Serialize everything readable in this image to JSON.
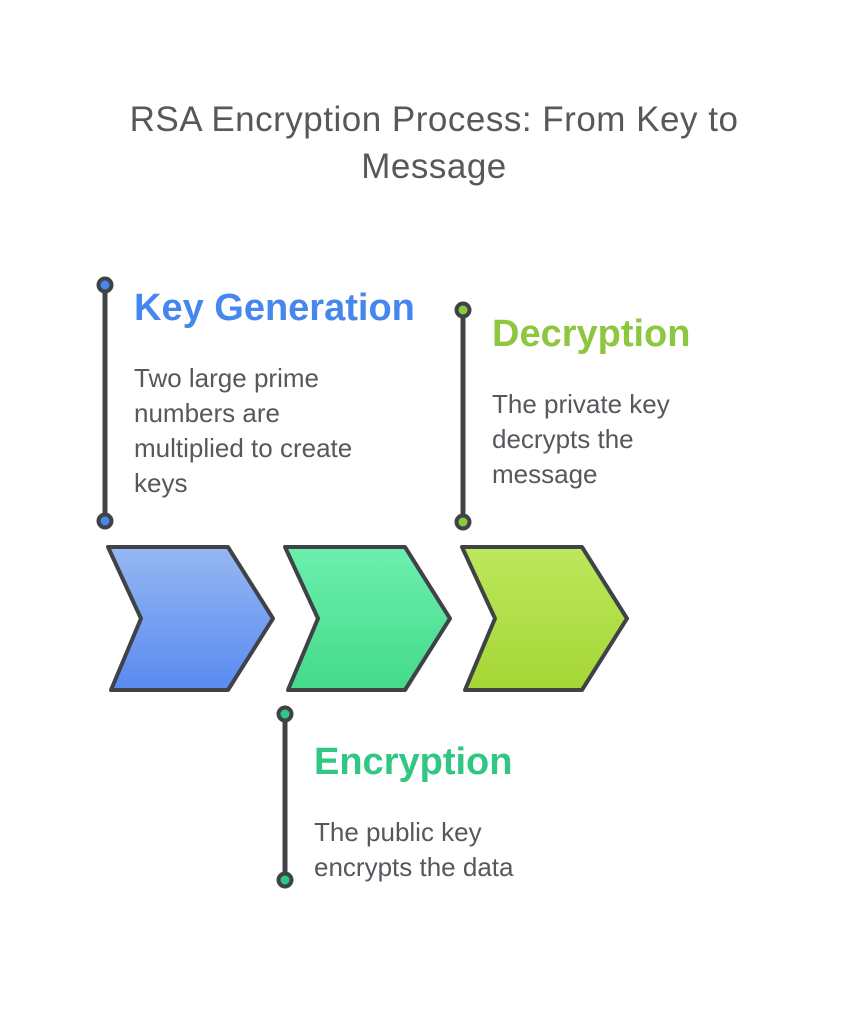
{
  "title": "RSA Encryption Process: From Key to Message",
  "colors": {
    "background": "#ffffff",
    "title_text": "#56595c",
    "body_text": "#55585c",
    "connector": "#3f4347",
    "chevron_stroke": "#3f4347"
  },
  "steps": [
    {
      "id": "key-generation",
      "heading": "Key Generation",
      "heading_color": "#4687ee",
      "body": "Two large prime numbers are multiplied to create keys",
      "dot_color": "#4b85f0",
      "chevron_top": "#96b7f3",
      "chevron_bottom": "#598af0"
    },
    {
      "id": "encryption",
      "heading": "Encryption",
      "heading_color": "#30c783",
      "body": "The public key encrypts the data",
      "dot_color": "#30c783",
      "chevron_top": "#6cefae",
      "chevron_bottom": "#44da8a"
    },
    {
      "id": "decryption",
      "heading": "Decryption",
      "heading_color": "#8dc63f",
      "body": "The private key decrypts the message",
      "dot_color": "#8dc63f",
      "chevron_top": "#bde75c",
      "chevron_bottom": "#a5d636"
    }
  ]
}
